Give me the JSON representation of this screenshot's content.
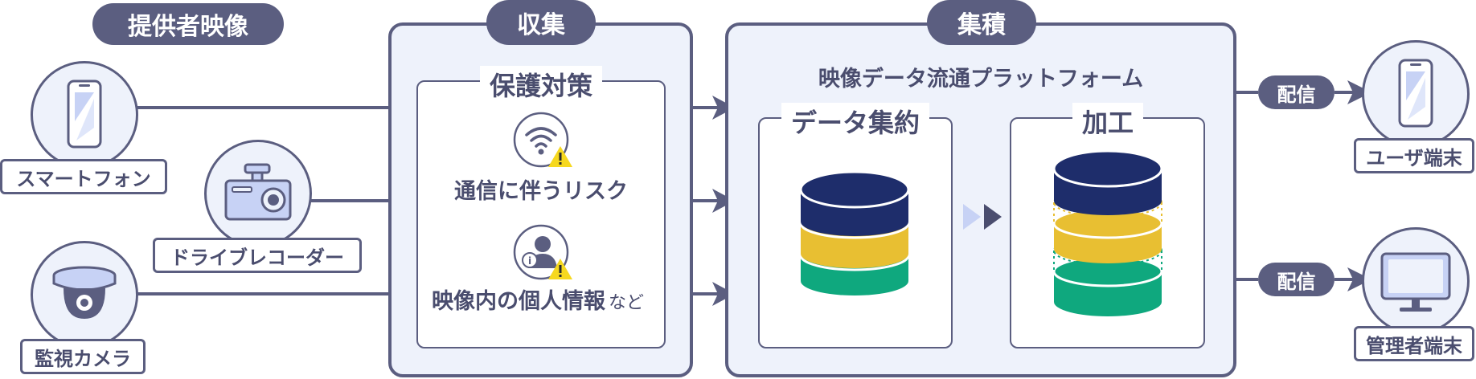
{
  "header_labels": {
    "source": "提供者映像",
    "collect": "収集",
    "aggregate": "集積"
  },
  "sources": [
    {
      "label": "スマートフォン",
      "icon": "smartphone-icon"
    },
    {
      "label": "ドライブレコーダー",
      "icon": "dashcam-icon"
    },
    {
      "label": "監視カメラ",
      "icon": "dome-camera-icon"
    }
  ],
  "collect_panel": {
    "title": "保護対策",
    "risks": [
      {
        "text": "通信に伴うリスク",
        "icon": "wifi-warning-icon"
      },
      {
        "text": "映像内の個人情報",
        "suffix": "など",
        "icon": "person-warning-icon"
      }
    ]
  },
  "aggregate_panel": {
    "title": "映像データ流通プラットフォーム",
    "aggregation_title": "データ集約",
    "processing_title": "加工"
  },
  "delivery": [
    {
      "label": "配信",
      "target": "ユーザ端末",
      "icon": "smartphone-icon"
    },
    {
      "label": "配信",
      "target": "管理者端末",
      "icon": "monitor-icon"
    }
  ],
  "colors": {
    "outline": "#5b5e80",
    "panel_bg": "#eef2fb",
    "db_navy": "#1e2d6b",
    "db_yellow": "#e8bf32",
    "db_green": "#0fa87e",
    "warning": "#f6d81f"
  }
}
